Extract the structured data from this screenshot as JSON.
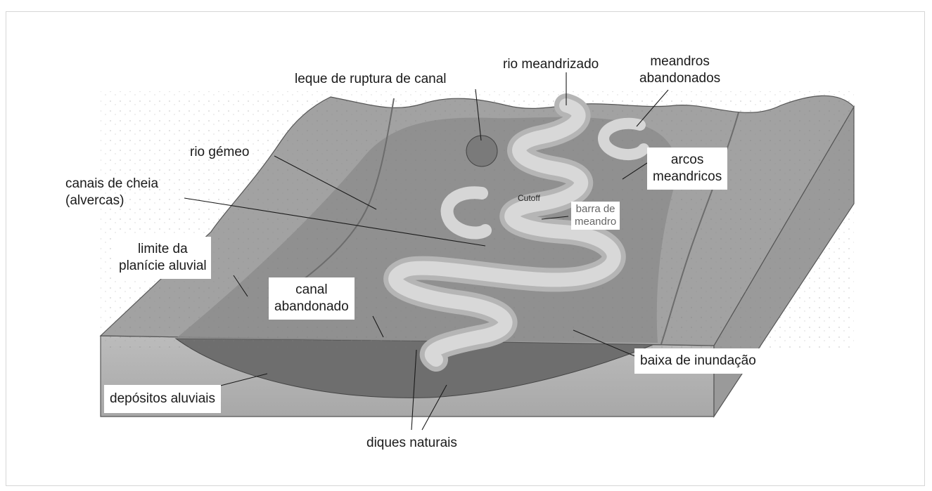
{
  "labels": {
    "leque": "leque de ruptura de canal",
    "rio_meandrizado": "rio meandrizado",
    "meandros_abandonados": "meandros\nabandonados",
    "rio_gemeo": "rio gémeo",
    "canais_cheia": "canais de cheia\n(alvercas)",
    "arcos_meandricos": "arcos\nmeandricos",
    "cutoff": "Cutoff",
    "barra_meandro": "barra de\nmeandro",
    "limite_planicie": "limite da\nplanície aluvial",
    "canal_abandonado": "canal\nabandonado",
    "baixa_inundacao": "baixa de inundação",
    "depositos_aluviais": "depósitos aluviais",
    "diques_naturais": "diques naturais"
  },
  "colors": {
    "top_surface": "#a3a3a3",
    "plain": "#8f8f8f",
    "front_face": "#b4b4b4",
    "side_face": "#9c9c9c",
    "deposit": "#6f6f6f",
    "channel": "#c9c9c9",
    "channel_light": "#dcdcdc",
    "levee": "#b8b8b8"
  }
}
